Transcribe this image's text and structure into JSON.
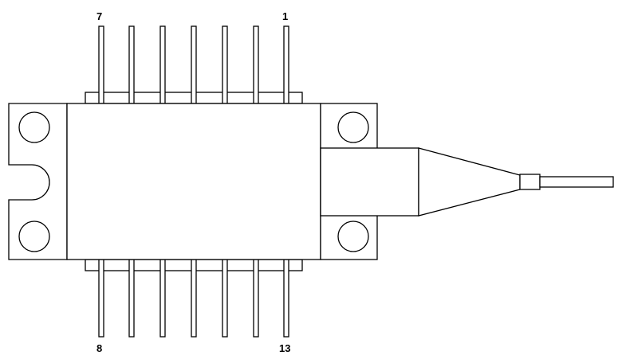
{
  "diagram": {
    "pin_labels": {
      "top_left": "7",
      "top_right": "1",
      "bottom_left": "8",
      "bottom_right": "13"
    },
    "pins_per_side": 7,
    "colors": {
      "line": "#000000",
      "fill": "#ffffff"
    }
  }
}
